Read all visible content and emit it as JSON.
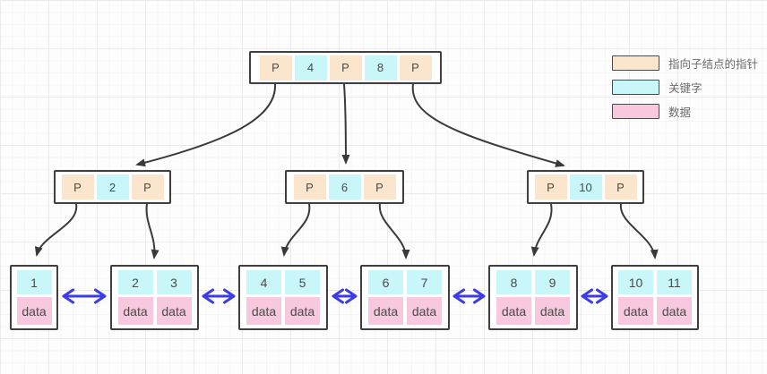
{
  "legend": {
    "items": [
      {
        "label": "指向子结点的指针",
        "swatch": "pointer-swatch",
        "color": "#fbe5cd"
      },
      {
        "label": "关键字",
        "swatch": "key-swatch",
        "color": "#c9f6f9"
      },
      {
        "label": "数据",
        "swatch": "data-swatch",
        "color": "#f8c8de"
      }
    ]
  },
  "colors": {
    "pointer_cell": "#fbe5cd",
    "key_cell": "#c9f6f9",
    "data_cell": "#f8c8de",
    "leaf_link_arrow": "#3b3be8",
    "tree_edge": "#3a3a3a",
    "node_border": "#3f3f3f"
  },
  "tree": {
    "root": {
      "cells": [
        "P",
        "4",
        "P",
        "8",
        "P"
      ]
    },
    "internals": [
      {
        "cells": [
          "P",
          "2",
          "P"
        ]
      },
      {
        "cells": [
          "P",
          "6",
          "P"
        ]
      },
      {
        "cells": [
          "P",
          "10",
          "P"
        ]
      }
    ],
    "leaves": [
      {
        "keys": [
          "1"
        ],
        "data": [
          "data"
        ]
      },
      {
        "keys": [
          "2",
          "3"
        ],
        "data": [
          "data",
          "data"
        ]
      },
      {
        "keys": [
          "4",
          "5"
        ],
        "data": [
          "data",
          "data"
        ]
      },
      {
        "keys": [
          "6",
          "7"
        ],
        "data": [
          "data",
          "data"
        ]
      },
      {
        "keys": [
          "8",
          "9"
        ],
        "data": [
          "data",
          "data"
        ]
      },
      {
        "keys": [
          "10",
          "11"
        ],
        "data": [
          "data",
          "data"
        ]
      }
    ]
  }
}
